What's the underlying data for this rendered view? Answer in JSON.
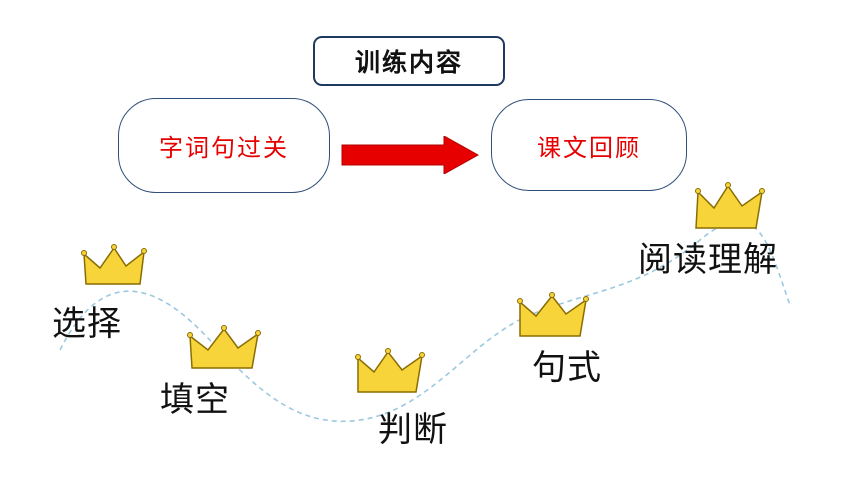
{
  "header": {
    "title": "训练内容"
  },
  "flow": {
    "from_label": "字词句过关",
    "to_label": "课文回顾"
  },
  "steps": [
    {
      "label": "选择"
    },
    {
      "label": "填空"
    },
    {
      "label": "判断"
    },
    {
      "label": "句式"
    },
    {
      "label": "阅读理解"
    }
  ],
  "colors": {
    "accent_text": "#e60000",
    "arrow": "#e60000",
    "crown": "#f7d43a",
    "path": "#9cc9e0"
  },
  "icons": {
    "step_marker": "crown-icon",
    "flow": "right-arrow-icon"
  }
}
